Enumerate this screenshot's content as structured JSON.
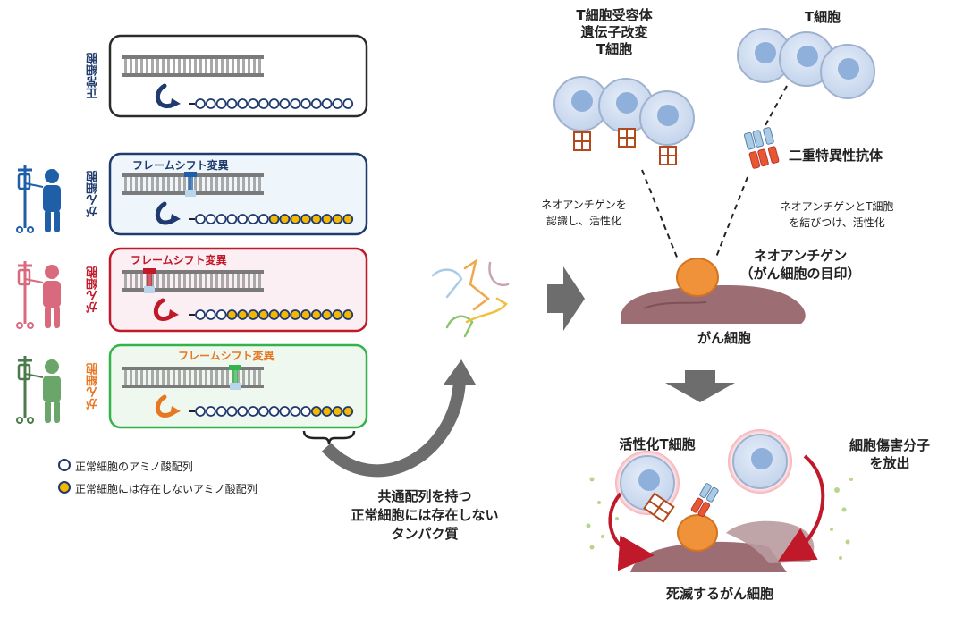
{
  "panels": {
    "normal": {
      "side_label": "正常細胞",
      "color": "#2b2b2b",
      "side_color": "#1f3a6e",
      "bg": "#ffffff",
      "title": ""
    },
    "cancer1": {
      "side_label": "がん細胞",
      "color": "#1f3a6e",
      "side_color": "#1f3a6e",
      "bg": "#eef6fb",
      "title": "フレームシフト変異"
    },
    "cancer2": {
      "side_label": "がん細胞",
      "color": "#c0192a",
      "side_color": "#c0192a",
      "bg": "#fbeff3",
      "title": "フレームシフト変異"
    },
    "cancer3": {
      "side_label": "がん細胞",
      "color": "#34b34a",
      "side_color": "#e87722",
      "bg": "#eef8ee",
      "title": "フレームシフト変異",
      "title_color": "#e87722"
    }
  },
  "legend": {
    "normal_aa": "正常細胞のアミノ酸配列",
    "abnormal_aa": "正常細胞には存在しないアミノ酸配列"
  },
  "shared_protein": [
    "共通配列を持つ",
    "正常細胞には存在しない",
    "タンパク質"
  ],
  "tcr_t_cell": [
    "T細胞受容体",
    "遺伝子改変",
    "T細胞"
  ],
  "t_cell": "T細胞",
  "bispecific_antibody": "二重特異性抗体",
  "recognize_activate": [
    "ネオアンチゲンを",
    "認識し、活性化"
  ],
  "link_activate": [
    "ネオアンチゲンとT細胞",
    "を結びつけ、活性化"
  ],
  "neoantigen": [
    "ネオアンチゲン",
    "（がん細胞の目印）"
  ],
  "cancer_cell": "がん細胞",
  "activated_t_cell": "活性化T細胞",
  "cytotoxic_release": [
    "細胞傷害分子",
    "を放出"
  ],
  "dying_cancer_cell": "死滅するがん細胞",
  "colors": {
    "navy": "#1f3a6e",
    "red": "#c0192a",
    "green": "#34b34a",
    "orange": "#e87722",
    "bead_yellow": "#f5b800",
    "tcell_fill": "#d3dff0",
    "tcell_nucleus": "#8fb0db",
    "tumor": "#9c6e74",
    "neoantigen": "#f0923a",
    "arrow_gray": "#6d6d6d"
  }
}
